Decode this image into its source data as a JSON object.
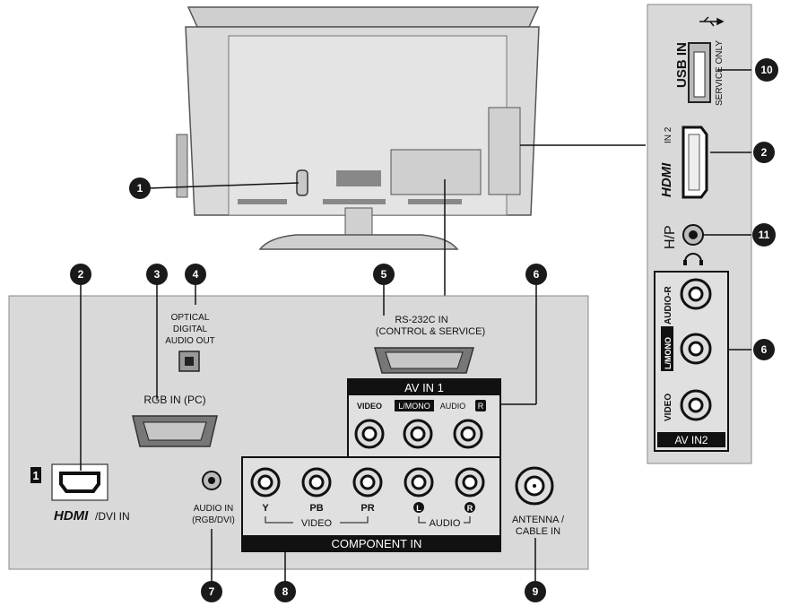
{
  "callouts": {
    "c1": "1",
    "c2": "2",
    "c3": "3",
    "c4": "4",
    "c5": "5",
    "c6": "6",
    "c7": "7",
    "c8": "8",
    "c9": "9",
    "c10": "10",
    "c11": "11"
  },
  "rear_panel": {
    "optical_line1": "OPTICAL",
    "optical_line2": "DIGITAL",
    "optical_line3": "AUDIO OUT",
    "rs232_line1": "RS-232C IN",
    "rs232_line2": "(CONTROL & SERVICE)",
    "rgb_in": "RGB IN (PC)",
    "av_in1": "AV IN 1",
    "av_video": "VIDEO",
    "av_lmono": "L/MONO",
    "av_audio": "AUDIO",
    "av_r": "R",
    "hdmi_number": "1",
    "hdmi_logo": "HDMI",
    "dvi_in": "/DVI IN",
    "audio_in_line1": "AUDIO IN",
    "audio_in_line2": "(RGB/DVI)",
    "comp_y": "Y",
    "comp_pb": "PB",
    "comp_pr": "PR",
    "comp_l": "L",
    "comp_r": "R",
    "comp_video": "VIDEO",
    "comp_audio": "AUDIO",
    "component_in": "COMPONENT IN",
    "antenna_line1": "ANTENNA /",
    "antenna_line2": "CABLE IN"
  },
  "side_panel": {
    "usb_in": "USB IN",
    "service_only": "SERVICE ONLY",
    "hdmi_logo": "HDMI",
    "hdmi_in2": "IN 2",
    "hp": "H/P",
    "audio_r": "AUDIO-R",
    "lmono": "L/MONO",
    "video": "VIDEO",
    "av_in2": "AV IN2"
  },
  "colors": {
    "panel_bg": "#d9d9d9",
    "tv_body": "#e6e6e6",
    "dark": "#111111",
    "callout_bg": "#1a1a1a"
  },
  "icons": [
    "usb-icon",
    "headphone-icon",
    "hdmi-port-icon",
    "rca-jack-icon",
    "vga-port-icon",
    "optical-port-icon",
    "coax-port-icon"
  ]
}
